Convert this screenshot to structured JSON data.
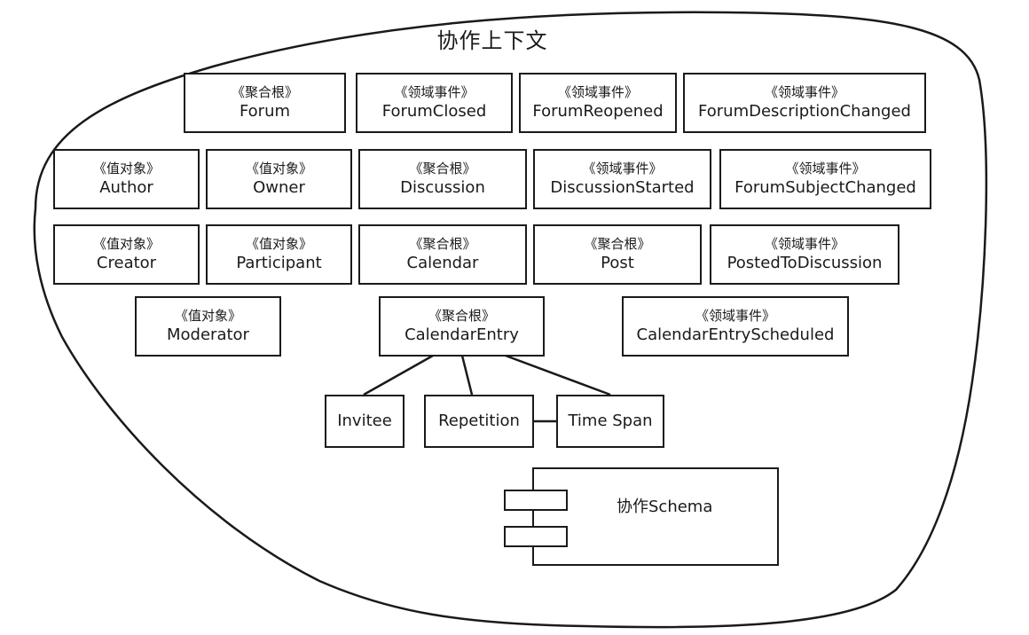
{
  "context_title": "协作上下文",
  "stereotypes": {
    "aggregate": "《聚合根》",
    "event": "《领域事件》",
    "value": "《值对象》"
  },
  "row1": {
    "forum": "Forum",
    "forum_closed": "ForumClosed",
    "forum_reopened": "ForumReopened",
    "forum_description_changed": "ForumDescriptionChanged"
  },
  "row2": {
    "author": "Author",
    "owner": "Owner",
    "discussion": "Discussion",
    "discussion_started": "DiscussionStarted",
    "forum_subject_changed": "ForumSubjectChanged"
  },
  "row3": {
    "creator": "Creator",
    "participant": "Participant",
    "calendar": "Calendar",
    "post": "Post",
    "posted_to_discussion": "PostedToDiscussion"
  },
  "row4": {
    "moderator": "Moderator",
    "calendar_entry": "CalendarEntry",
    "calendar_entry_scheduled": "CalendarEntryScheduled"
  },
  "parts": {
    "invitee": "Invitee",
    "repetition": "Repetition",
    "time_span": "Time Span"
  },
  "component": {
    "label": "协作Schema"
  }
}
